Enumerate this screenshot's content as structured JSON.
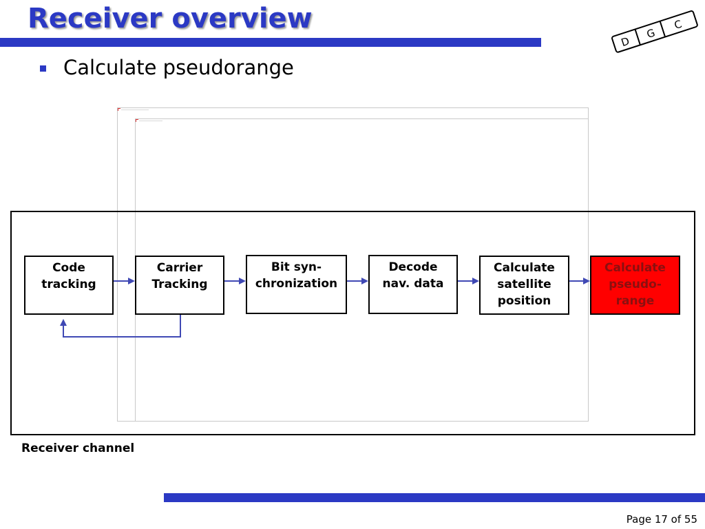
{
  "header": {
    "title": "Receiver overview",
    "accent_color": "#2b39c4"
  },
  "logo": {
    "letters": [
      "D",
      "G",
      "C"
    ]
  },
  "bullets": [
    {
      "text": "Calculate pseudorange"
    }
  ],
  "diagram": {
    "container_label": "Receiver channel",
    "blocks": [
      {
        "id": "code-tracking",
        "lines": [
          "Code",
          "tracking"
        ],
        "highlight": false
      },
      {
        "id": "carrier-tracking",
        "lines": [
          "Carrier",
          "Tracking"
        ],
        "highlight": false
      },
      {
        "id": "bit-sync",
        "lines": [
          "Bit syn-",
          "chronization"
        ],
        "highlight": false
      },
      {
        "id": "decode-nav",
        "lines": [
          "Decode",
          "nav. data"
        ],
        "highlight": false
      },
      {
        "id": "calc-sat-pos",
        "lines": [
          "Calculate",
          "satellite",
          "position"
        ],
        "highlight": false
      },
      {
        "id": "calc-pseudorange",
        "lines": [
          "Calculate",
          "pseudo-",
          "range"
        ],
        "highlight": true
      }
    ],
    "edges": [
      {
        "from": "code-tracking",
        "to": "carrier-tracking"
      },
      {
        "from": "carrier-tracking",
        "to": "bit-sync"
      },
      {
        "from": "bit-sync",
        "to": "decode-nav"
      },
      {
        "from": "decode-nav",
        "to": "calc-sat-pos"
      },
      {
        "from": "calc-sat-pos",
        "to": "calc-pseudorange"
      },
      {
        "from": "carrier-tracking",
        "to": "code-tracking",
        "kind": "feedback"
      }
    ],
    "arrow_color": "#3f48b4",
    "highlight_fill": "#ff0000",
    "highlight_text_color": "#8a1010"
  },
  "footer": {
    "page_label": "Page 17 of 55"
  }
}
